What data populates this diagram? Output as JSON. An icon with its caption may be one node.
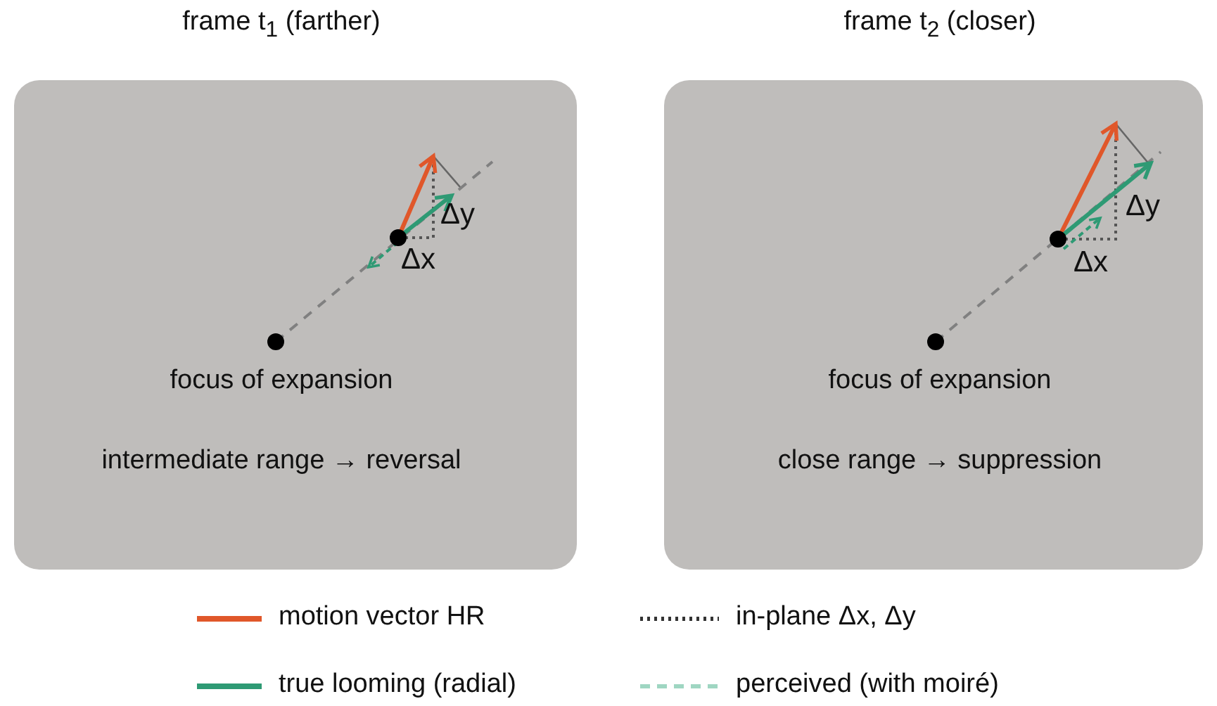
{
  "diagram": {
    "nodes": [
      {
        "text": [
          "frame t$_{1}$ (farther)",
          "focus of expansion",
          "intermediate range → reversal"
        ]
      },
      {
        "text": [
          "frame t$_{2}$ (closer)",
          "focus of expansion",
          "close range → suppression"
        ]
      }
    ],
    "labels": [
      "Δy",
      "Δx",
      "Δy",
      "Δx"
    ],
    "legend": [
      {
        "text": "motion vector HR",
        "color": "#e0572a"
      },
      {
        "text": "in-plane Δx, Δy"
      },
      {
        "text": "true looming (radial)",
        "color": "#2e9a74"
      },
      {
        "text": "perceived (with moiré)"
      }
    ]
  }
}
